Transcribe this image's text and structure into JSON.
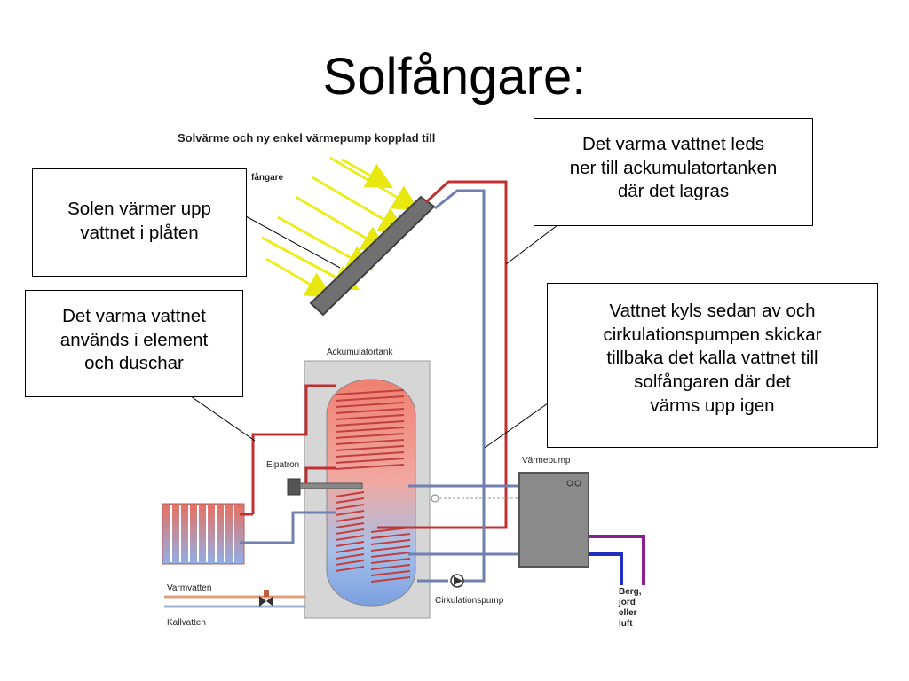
{
  "slide": {
    "title": "Solfångare:"
  },
  "diagram": {
    "header_text": "Solvärme och ny enkel värmepump kopplad till",
    "labels": {
      "solar_collector": "fångare",
      "tank": "Ackumulatortank",
      "heater": "Elpatron",
      "heat_pump": "Värmepump",
      "pump": "Cirkulationspump",
      "hot_water": "Varmvatten",
      "cold_water": "Kallvatten",
      "ground_source": [
        "Berg,",
        "jord",
        "eller",
        "luft"
      ]
    }
  },
  "callouts": {
    "sun_heats": [
      "Solen värmer upp",
      "vattnet i plåten"
    ],
    "hot_water_led": [
      "Det varma vattnet leds",
      "ner till ackumulatortanken",
      "där det lagras"
    ],
    "hot_water_used": [
      "Det varma vattnet",
      "används i element",
      "och duschar"
    ],
    "water_cooled": [
      "Vattnet kyls sedan av och",
      "cirkulationspumpen skickar",
      "tillbaka det kalla vattnet till",
      "solfångaren där det",
      "värms upp igen"
    ]
  }
}
